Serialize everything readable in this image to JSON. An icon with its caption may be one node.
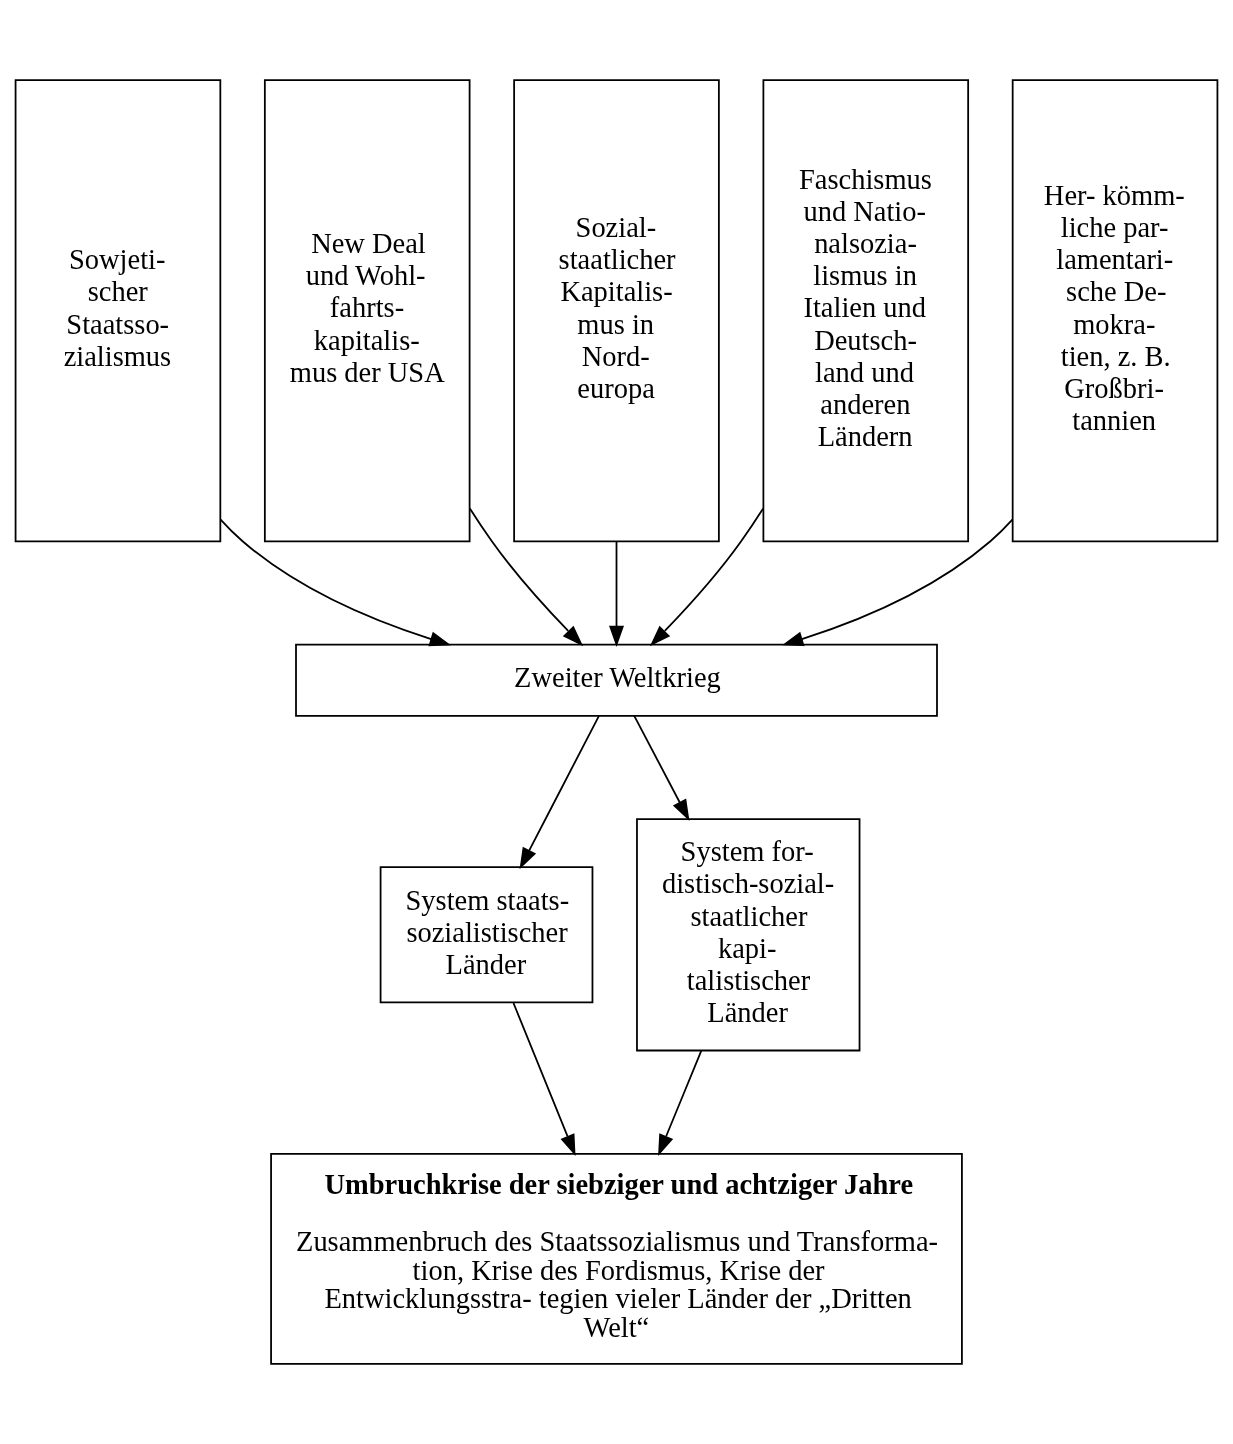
{
  "diagram": {
    "nodes": [
      {
        "text": [
          "Sowjeti- scher Staatsso- zialismus"
        ]
      },
      {
        "text": [
          "New Deal und Wohl- fahrts- kapitalis- mus der USA"
        ]
      },
      {
        "text": [
          "Sozial- staatlicher Kapitalis- mus in Nord- europa"
        ]
      },
      {
        "text": [
          "Faschismus und Natio- nalsozia- lismus in Italien und Deutsch- land und anderen Ländern"
        ]
      },
      {
        "text": [
          "Her- kömm- liche par- lamentari- sche De- mokra- tien, z. B. Großbri- tannien"
        ]
      },
      {
        "text": [
          "Zweiter Weltkrieg"
        ]
      },
      {
        "text": [
          "System staats- sozialistischer Länder"
        ]
      },
      {
        "text": [
          "System for- distisch-sozial- staatlicher kapi- talistischer Länder"
        ]
      },
      {
        "text": [
          "Umbruchkrise der siebziger und achtziger Jahre",
          "Zusammenbruch des Staatssozialismus und Transforma- tion, Krise des Fordismus, Krise der Entwicklungsstra- tegien vieler Länder der „Dritten Welt“"
        ]
      }
    ],
    "edges": [
      {
        "from": 0,
        "to": 5,
        "arrow": "to"
      },
      {
        "from": 1,
        "to": 5,
        "arrow": "to"
      },
      {
        "from": 2,
        "to": 5,
        "arrow": "to"
      },
      {
        "from": 3,
        "to": 5,
        "arrow": "to"
      },
      {
        "from": 4,
        "to": 5,
        "arrow": "to"
      },
      {
        "from": 5,
        "to": 6,
        "arrow": "to"
      },
      {
        "from": 5,
        "to": 7,
        "arrow": "to"
      },
      {
        "from": 6,
        "to": 8,
        "arrow": "to"
      },
      {
        "from": 7,
        "to": 8,
        "arrow": "to"
      }
    ]
  }
}
